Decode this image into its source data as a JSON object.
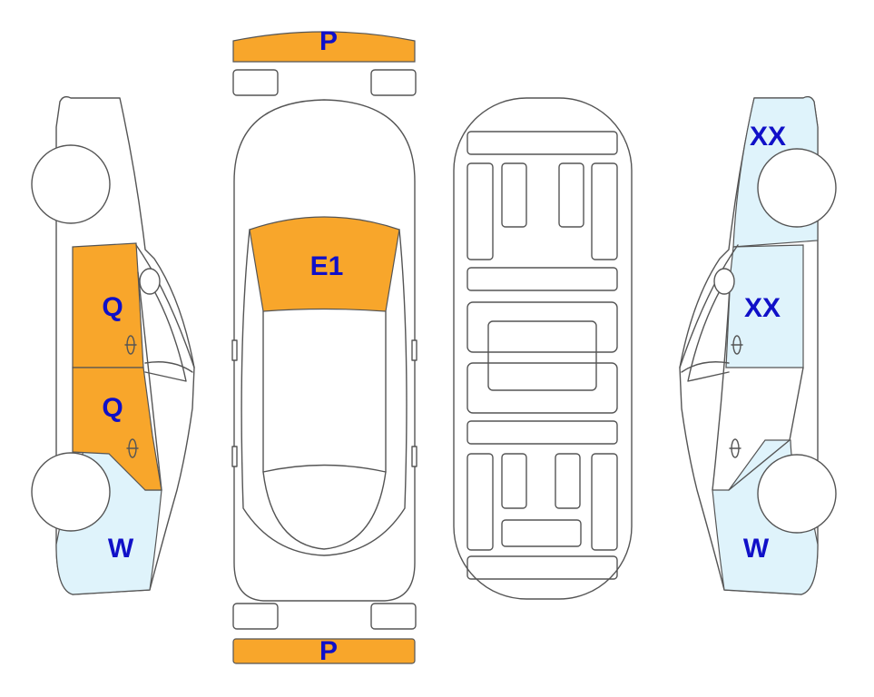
{
  "colors": {
    "damage_orange": "#F8A62B",
    "light_blue": "#DFF3FB",
    "label_blue": "#1010C8",
    "outline": "#555555"
  },
  "labels": {
    "front_bumper": "P",
    "rear_bumper": "P",
    "windshield": "E1",
    "left_front_door": "Q",
    "left_rear_door": "Q",
    "left_rear_quarter": "W",
    "right_front_fender": "XX",
    "right_front_door": "XX",
    "right_rear_quarter": "W"
  }
}
